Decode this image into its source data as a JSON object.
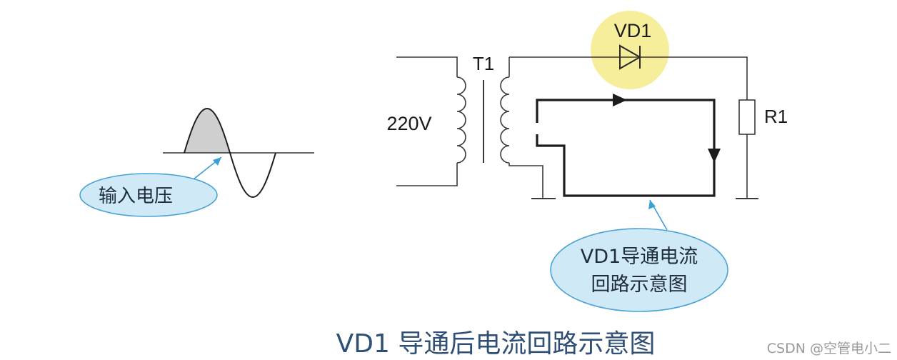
{
  "input_waveform": {
    "bubble_label": "输入电压"
  },
  "circuit": {
    "source_label": "220V",
    "transformer_label": "T1",
    "diode_label": "VD1",
    "resistor_label": "R1"
  },
  "annotation": {
    "line1": "VD1导通电流",
    "line2": "回路示意图"
  },
  "caption": "VD1 导通后电流回路示意图",
  "watermark": "CSDN @空管电小二",
  "colors": {
    "caption": "#2f4f77",
    "bubble_fill": "#cfe9f7",
    "bubble_stroke": "#4aa3d6",
    "pointer": "#3aa0d8",
    "highlight": "#f6ee9a",
    "half_wave_fill": "#cfcfcf",
    "watermark": "#9a9a9a"
  }
}
